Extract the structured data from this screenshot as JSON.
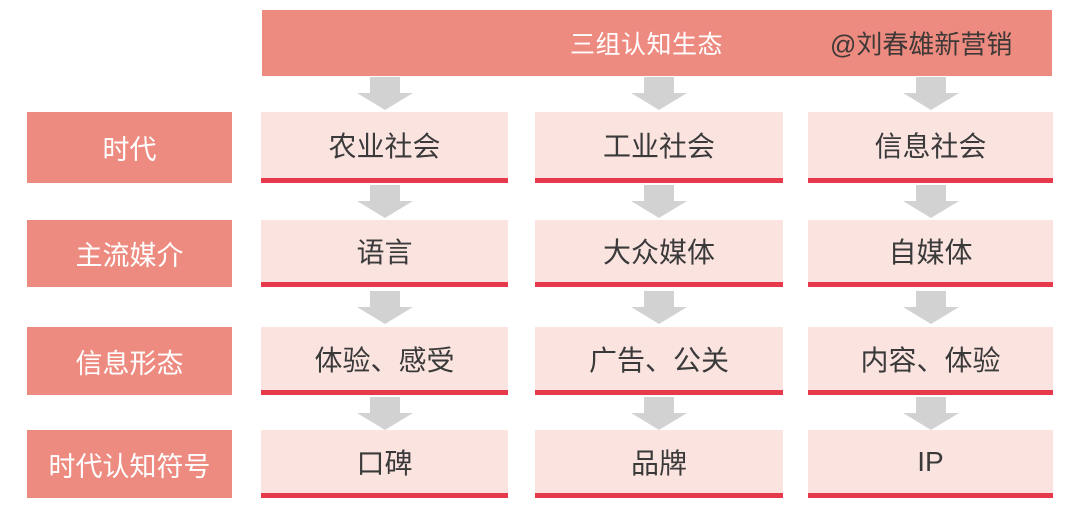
{
  "header": {
    "title": "三组认知生态",
    "author": "@刘春雄新营销"
  },
  "rows": [
    {
      "label": "时代",
      "cells": [
        "农业社会",
        "工业社会",
        "信息社会"
      ]
    },
    {
      "label": "主流媒介",
      "cells": [
        "语言",
        "大众媒体",
        "自媒体"
      ]
    },
    {
      "label": "信息形态",
      "cells": [
        "体验、感受",
        "广告、公关",
        "内容、体验"
      ]
    },
    {
      "label": "时代认知符号",
      "cells": [
        "口碑",
        "品牌",
        "IP"
      ]
    }
  ],
  "colors": {
    "salmon": "#ee8b80",
    "pink": "#fbe4e0",
    "red": "#e6394b",
    "arrow": "#d2d2d2",
    "text-dark": "#3a3a3a",
    "text-light": "#ffffff",
    "handle-text": "#3e3836",
    "background": "#ffffff"
  }
}
